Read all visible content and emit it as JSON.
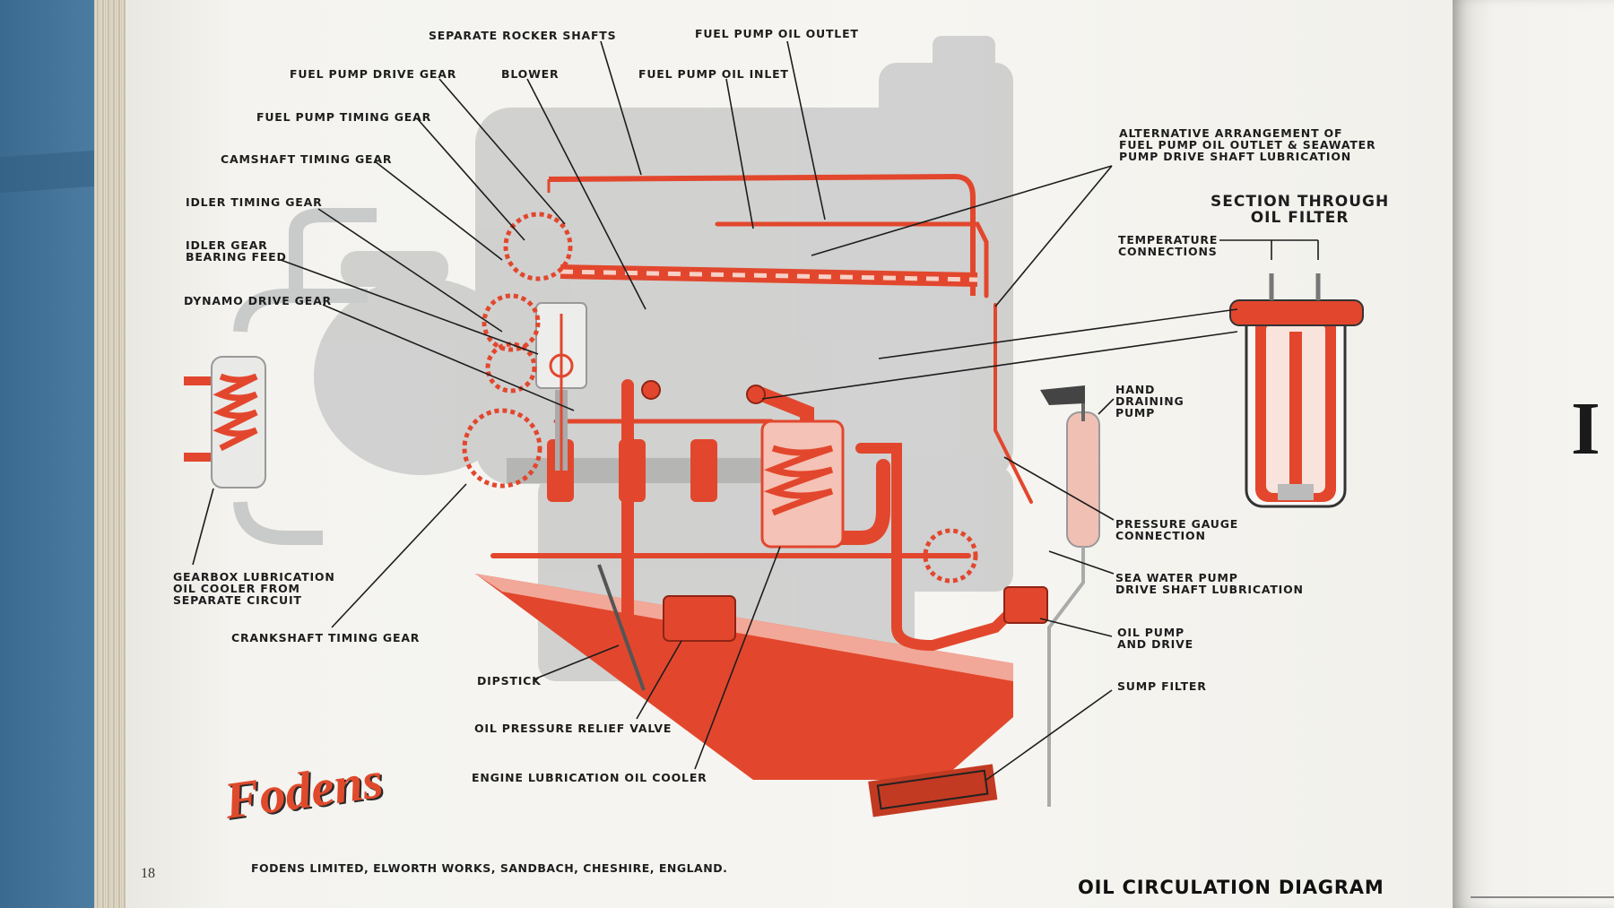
{
  "labels": {
    "separate_rocker_shafts": "SEPARATE ROCKER SHAFTS",
    "fuel_pump_oil_outlet": "FUEL PUMP OIL OUTLET",
    "fuel_pump_drive_gear": "FUEL PUMP DRIVE GEAR",
    "blower": "BLOWER",
    "fuel_pump_oil_inlet": "FUEL PUMP OIL INLET",
    "fuel_pump_timing_gear": "FUEL PUMP TIMING GEAR",
    "camshaft_timing_gear": "CAMSHAFT TIMING GEAR",
    "idler_timing_gear": "IDLER TIMING GEAR",
    "idler_gear_bearing_feed": "IDLER GEAR\nBEARING FEED",
    "dynamo_drive_gear": "DYNAMO DRIVE GEAR",
    "alternative_arrangement": "ALTERNATIVE ARRANGEMENT OF\nFUEL PUMP OIL OUTLET & SEAWATER\nPUMP DRIVE SHAFT LUBRICATION",
    "section_through_oil_filter": "SECTION THROUGH\nOIL FILTER",
    "temperature_connections": "TEMPERATURE\nCONNECTIONS",
    "hand_draining_pump": "HAND\nDRAINING\nPUMP",
    "pressure_gauge_connection": "PRESSURE GAUGE\nCONNECTION",
    "sea_water_pump_drive_shaft_lubrication": "SEA WATER PUMP\nDRIVE SHAFT LUBRICATION",
    "oil_pump_and_drive": "OIL PUMP\nAND DRIVE",
    "sump_filter": "SUMP FILTER",
    "gearbox_lubrication": "GEARBOX LUBRICATION\nOIL COOLER FROM\nSEPARATE CIRCUIT",
    "crankshaft_timing_gear": "CRANKSHAFT TIMING GEAR",
    "dipstick": "DIPSTICK",
    "oil_pressure_relief_valve": "OIL PRESSURE RELIEF VALVE",
    "engine_lubrication_oil_cooler": "ENGINE LUBRICATION OIL COOLER"
  },
  "footer": {
    "address": "FODENS LIMITED, ELWORTH WORKS, SANDBACH,  CHESHIRE, ENGLAND.",
    "page_number": "18",
    "caption": "OIL CIRCULATION DIAGRAM",
    "logo": "Fodens",
    "facing_page_letter": "I"
  },
  "colors": {
    "oil": "#e2472d",
    "oil_light": "#f2a898",
    "engine_grey": "#bfc0c0",
    "page": "#f5f4f0",
    "cloth": "#3f6f95"
  }
}
